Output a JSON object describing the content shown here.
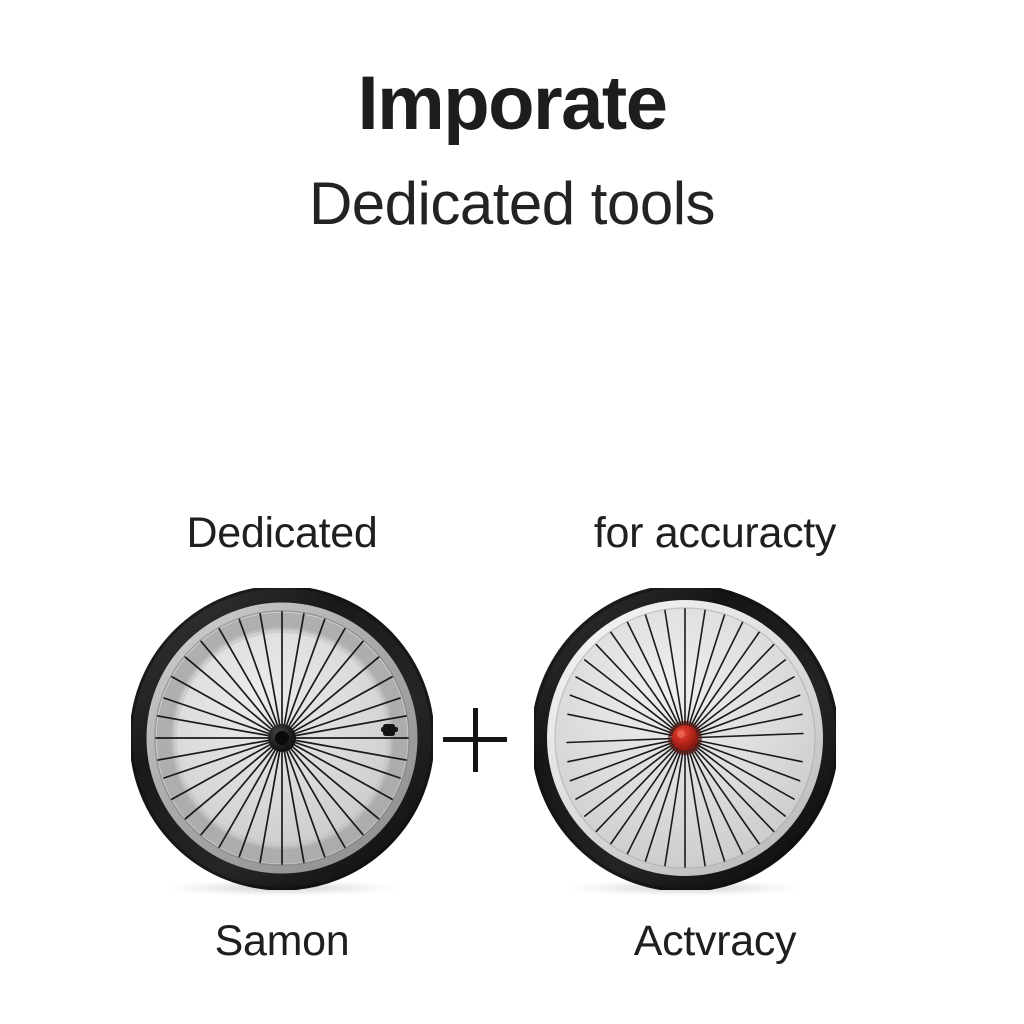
{
  "header": {
    "title": "Imporate",
    "subtitle": "Dedicated tools"
  },
  "comparison": {
    "operator": "+",
    "left": {
      "top_label": "Dedicated",
      "bottom_label": "Samon",
      "image_name": "bicycle-wheel-dark-hub",
      "colors": {
        "tire": "#1d1d1d",
        "rim": "#b9b9b9",
        "inner_disc": "#d8d8d8",
        "spoke": "#1a1a1a",
        "hub": "#1c1c1c"
      },
      "spoke_count": 36
    },
    "right": {
      "top_label": "for accuracty",
      "bottom_label": "Actvracy",
      "image_name": "bicycle-wheel-red-hub",
      "colors": {
        "tire": "#191919",
        "rim": "#e9e9e9",
        "inner_disc": "#d0d0d0",
        "spoke": "#1a1a1a",
        "hub": "#c12a1d"
      },
      "spoke_count": 40
    }
  },
  "page": {
    "background": "#ffffff",
    "text_color": "#1d1d1d"
  }
}
